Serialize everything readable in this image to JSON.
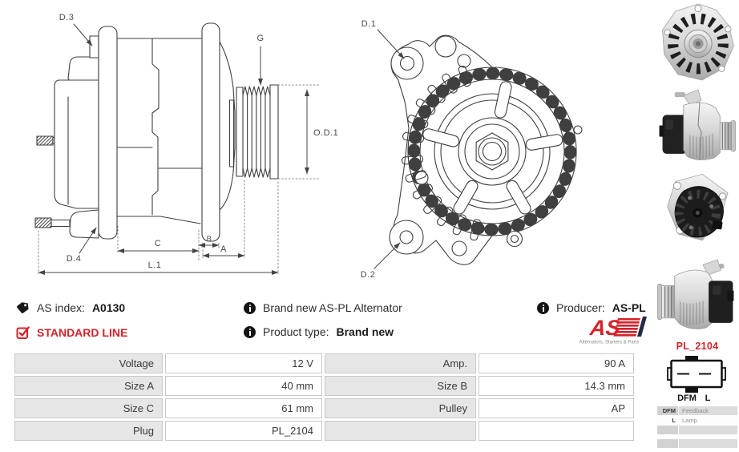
{
  "brand": {
    "red": "#d5232a",
    "logo_text": "AS",
    "logo_tagline": "Alternators, Starters & Parts"
  },
  "header_info": {
    "as_index": {
      "label": "AS index:",
      "value": "A0130"
    },
    "line": "STANDARD LINE",
    "description": "Brand new AS-PL Alternator",
    "product_type": {
      "label": "Product type:",
      "value": "Brand new"
    },
    "producer": {
      "label": "Producer:",
      "value": "AS-PL"
    }
  },
  "diagrams": {
    "side_view": {
      "labels": {
        "d3": "D.3",
        "g": "G",
        "od1": "O.D.1",
        "d4": "D.4",
        "c": "C",
        "b": "B",
        "a": "A",
        "l1": "L.1"
      }
    },
    "front_view": {
      "labels": {
        "d1": "D.1",
        "d2": "D.2"
      }
    }
  },
  "photos": [
    {
      "alt": "alternator front view"
    },
    {
      "alt": "alternator side view, pulley right"
    },
    {
      "alt": "alternator rear view"
    },
    {
      "alt": "alternator side view, pulley left"
    }
  ],
  "spec_table": {
    "rows": [
      {
        "l1": "Voltage",
        "v1": "12 V",
        "l2": "Amp.",
        "v2": "90 A"
      },
      {
        "l1": "Size A",
        "v1": "40 mm",
        "l2": "Size B",
        "v2": "14.3 mm"
      },
      {
        "l1": "Size C",
        "v1": "61 mm",
        "l2": "Pulley",
        "v2": "AP"
      },
      {
        "l1": "Plug",
        "v1": "PL_2104",
        "l2": "",
        "v2": ""
      }
    ]
  },
  "plug": {
    "title": "PL_2104",
    "pins": {
      "pin1": "DFM",
      "pin2": "L"
    },
    "legend": [
      {
        "key": "DFM",
        "desc": "Feedback"
      },
      {
        "key": "L",
        "desc": "Lamp"
      },
      {
        "key": "",
        "desc": ""
      },
      {
        "key": "",
        "desc": ""
      },
      {
        "key": "",
        "desc": ""
      }
    ]
  }
}
